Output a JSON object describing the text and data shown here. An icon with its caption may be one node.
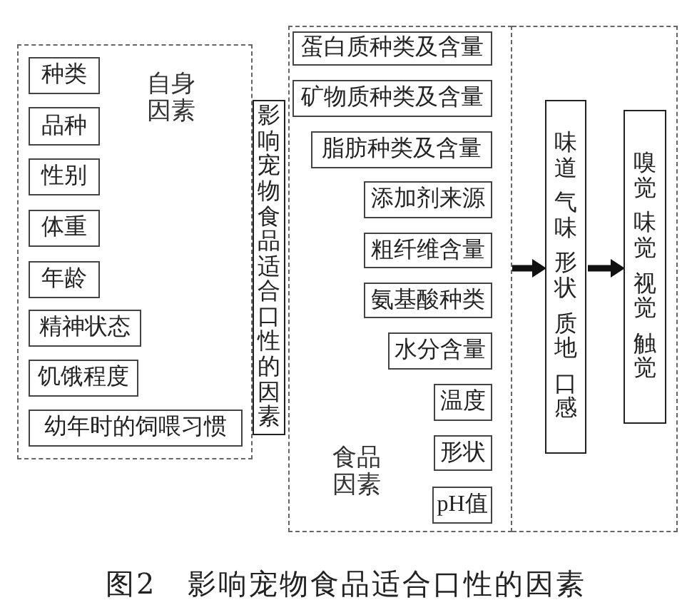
{
  "diagram": {
    "caption": "图2 影响宠物食品适合口性的因素",
    "nodes": [
      {
        "text": [
          "自身因素"
        ]
      },
      {
        "text": [
          "种类"
        ],
        "in": 0
      },
      {
        "text": [
          "品种"
        ],
        "in": 0
      },
      {
        "text": [
          "性别"
        ],
        "in": 0
      },
      {
        "text": [
          "体重"
        ],
        "in": 0
      },
      {
        "text": [
          "年龄"
        ],
        "in": 0
      },
      {
        "text": [
          "精神状态"
        ],
        "in": 0
      },
      {
        "text": [
          "饥饿程度"
        ],
        "in": 0
      },
      {
        "text": [
          "幼年时的饲喂习惯"
        ],
        "in": 0
      },
      {
        "text": [
          "影响宠物食品适合口性的因素"
        ]
      },
      {
        "text": [
          "食品因素"
        ]
      },
      {
        "text": [
          "蛋白质种类及含量"
        ],
        "in": 10
      },
      {
        "text": [
          "矿物质种类及含量"
        ],
        "in": 10
      },
      {
        "text": [
          "脂肪种类及含量"
        ],
        "in": 10
      },
      {
        "text": [
          "添加剂来源"
        ],
        "in": 10
      },
      {
        "text": [
          "粗纤维含量"
        ],
        "in": 10
      },
      {
        "text": [
          "氨基酸种类"
        ],
        "in": 10
      },
      {
        "text": [
          "水分含量"
        ],
        "in": 10
      },
      {
        "text": [
          "温度"
        ],
        "in": 10
      },
      {
        "text": [
          "形状"
        ],
        "in": 10
      },
      {
        "text": [
          "pH值"
        ],
        "in": 10
      },
      {
        "text": [],
        "shape": "box"
      },
      {
        "text": [
          "味道",
          "气味",
          "形状",
          "质地",
          "口感"
        ],
        "in": 21
      },
      {
        "text": [
          "嗅觉",
          "味觉",
          "视觉",
          "触觉"
        ],
        "in": 21
      }
    ],
    "edges": [
      {
        "from": 10,
        "to": 22,
        "arrow": "to"
      },
      {
        "from": 22,
        "to": 23,
        "arrow": "to"
      }
    ]
  }
}
